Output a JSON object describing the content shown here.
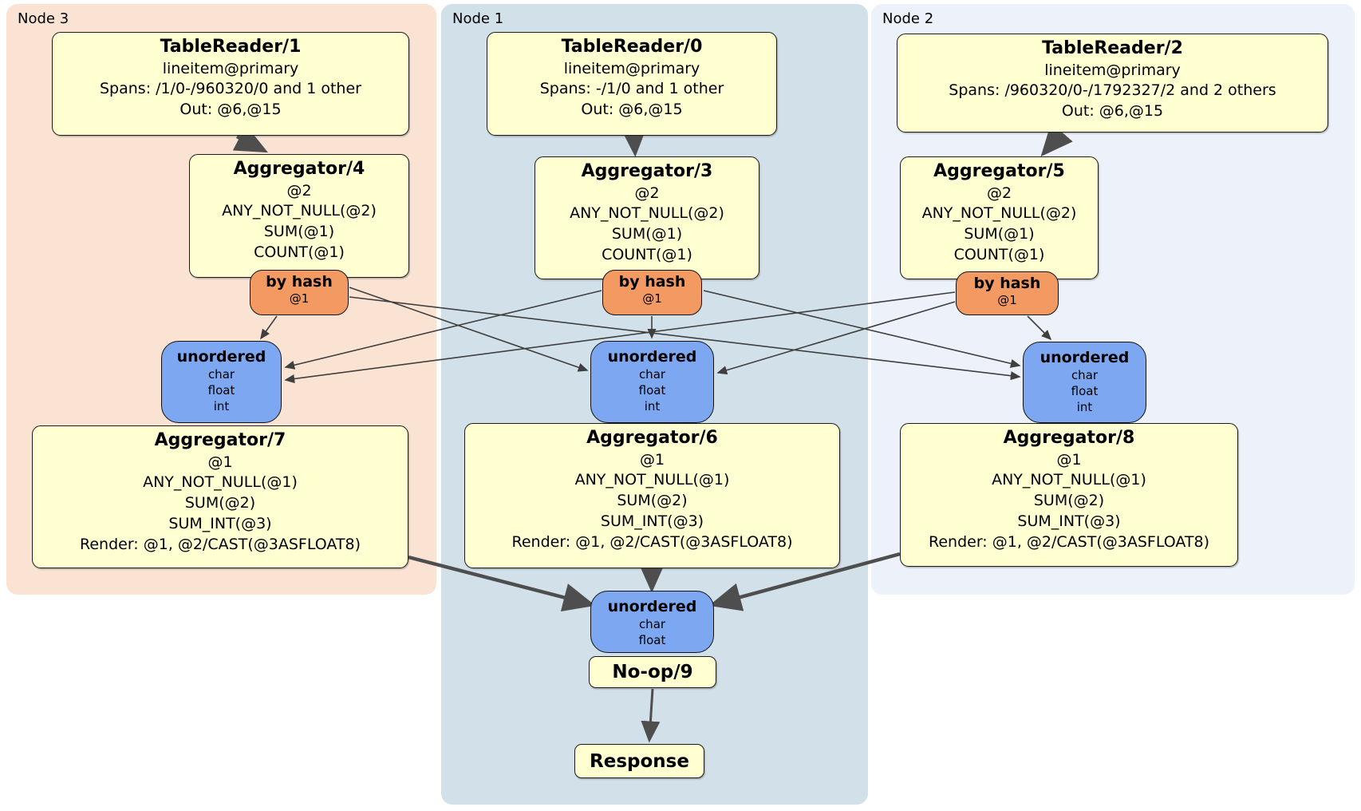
{
  "panels": {
    "node3": {
      "label": "Node 3"
    },
    "node1": {
      "label": "Node 1"
    },
    "node2": {
      "label": "Node 2"
    }
  },
  "processors": {
    "tr1": {
      "title": "TableReader/1",
      "lines": [
        "lineitem@primary",
        "Spans: /1/0-/960320/0 and 1 other",
        "Out: @6,@15"
      ]
    },
    "tr0": {
      "title": "TableReader/0",
      "lines": [
        "lineitem@primary",
        "Spans: -/1/0 and 1 other",
        "Out: @6,@15"
      ]
    },
    "tr2": {
      "title": "TableReader/2",
      "lines": [
        "lineitem@primary",
        "Spans: /960320/0-/1792327/2 and 2 others",
        "Out: @6,@15"
      ]
    },
    "agg4": {
      "title": "Aggregator/4",
      "lines": [
        "@2",
        "ANY_NOT_NULL(@2)",
        "SUM(@1)",
        "COUNT(@1)"
      ]
    },
    "agg3": {
      "title": "Aggregator/3",
      "lines": [
        "@2",
        "ANY_NOT_NULL(@2)",
        "SUM(@1)",
        "COUNT(@1)"
      ]
    },
    "agg5": {
      "title": "Aggregator/5",
      "lines": [
        "@2",
        "ANY_NOT_NULL(@2)",
        "SUM(@1)",
        "COUNT(@1)"
      ]
    },
    "agg7": {
      "title": "Aggregator/7",
      "lines": [
        "@1",
        "ANY_NOT_NULL(@1)",
        "SUM(@2)",
        "SUM_INT(@3)",
        "Render: @1, @2/CAST(@3ASFLOAT8)"
      ]
    },
    "agg6": {
      "title": "Aggregator/6",
      "lines": [
        "@1",
        "ANY_NOT_NULL(@1)",
        "SUM(@2)",
        "SUM_INT(@3)",
        "Render: @1, @2/CAST(@3ASFLOAT8)"
      ]
    },
    "agg8": {
      "title": "Aggregator/8",
      "lines": [
        "@1",
        "ANY_NOT_NULL(@1)",
        "SUM(@2)",
        "SUM_INT(@3)",
        "Render: @1, @2/CAST(@3ASFLOAT8)"
      ]
    },
    "noop": {
      "title": "No-op/9"
    },
    "response": {
      "title": "Response"
    }
  },
  "routers": {
    "hash3": {
      "title": "by hash",
      "sub": "@1"
    },
    "hash1": {
      "title": "by hash",
      "sub": "@1"
    },
    "hash2": {
      "title": "by hash",
      "sub": "@1"
    }
  },
  "syncs": {
    "sync3": {
      "title": "unordered",
      "items": [
        "char",
        "float",
        "int"
      ]
    },
    "sync1": {
      "title": "unordered",
      "items": [
        "char",
        "float",
        "int"
      ]
    },
    "sync2": {
      "title": "unordered",
      "items": [
        "char",
        "float",
        "int"
      ]
    },
    "syncFinal": {
      "title": "unordered",
      "items": [
        "char",
        "float"
      ]
    }
  },
  "colors": {
    "panel_node3": "#fbe3d4",
    "panel_node1": "#d2e0ea",
    "panel_node2": "#ecf1fa",
    "processor_box": "#ffffd2",
    "router_box": "#f29a62",
    "sync_box": "#7da7f0",
    "edge": "#4e4e4e"
  }
}
